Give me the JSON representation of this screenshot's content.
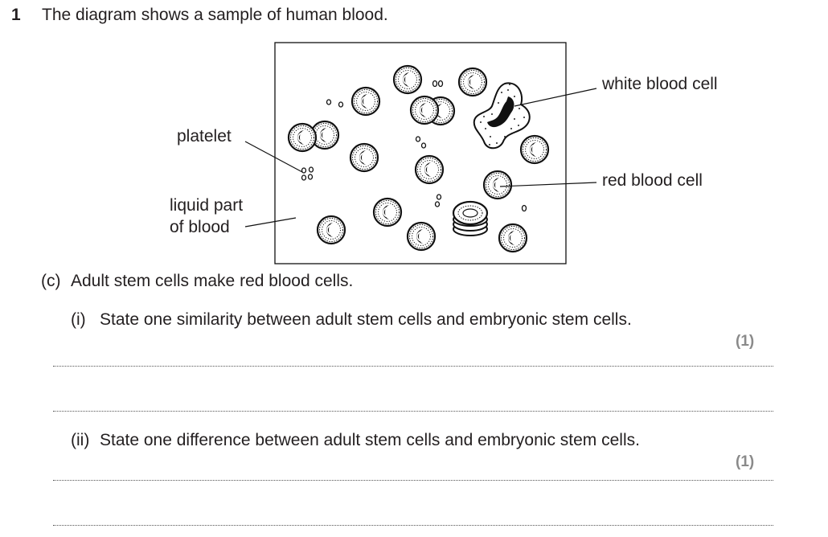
{
  "question": {
    "number": "1",
    "text": "The diagram shows a sample of human blood."
  },
  "diagram": {
    "labels": {
      "platelet": "platelet",
      "liquid_line1": "liquid part",
      "liquid_line2": "of blood",
      "white_blood_cell": "white blood cell",
      "red_blood_cell": "red blood cell"
    }
  },
  "part_c": {
    "label": "(c)",
    "text": "Adult stem cells make red blood cells.",
    "sub_i": {
      "label": "(i)",
      "text": "State one similarity between adult stem cells and embryonic stem cells.",
      "marks": "(1)"
    },
    "sub_ii": {
      "label": "(ii)",
      "text": "State one difference between adult stem cells and embryonic stem cells.",
      "marks": "(1)"
    }
  }
}
